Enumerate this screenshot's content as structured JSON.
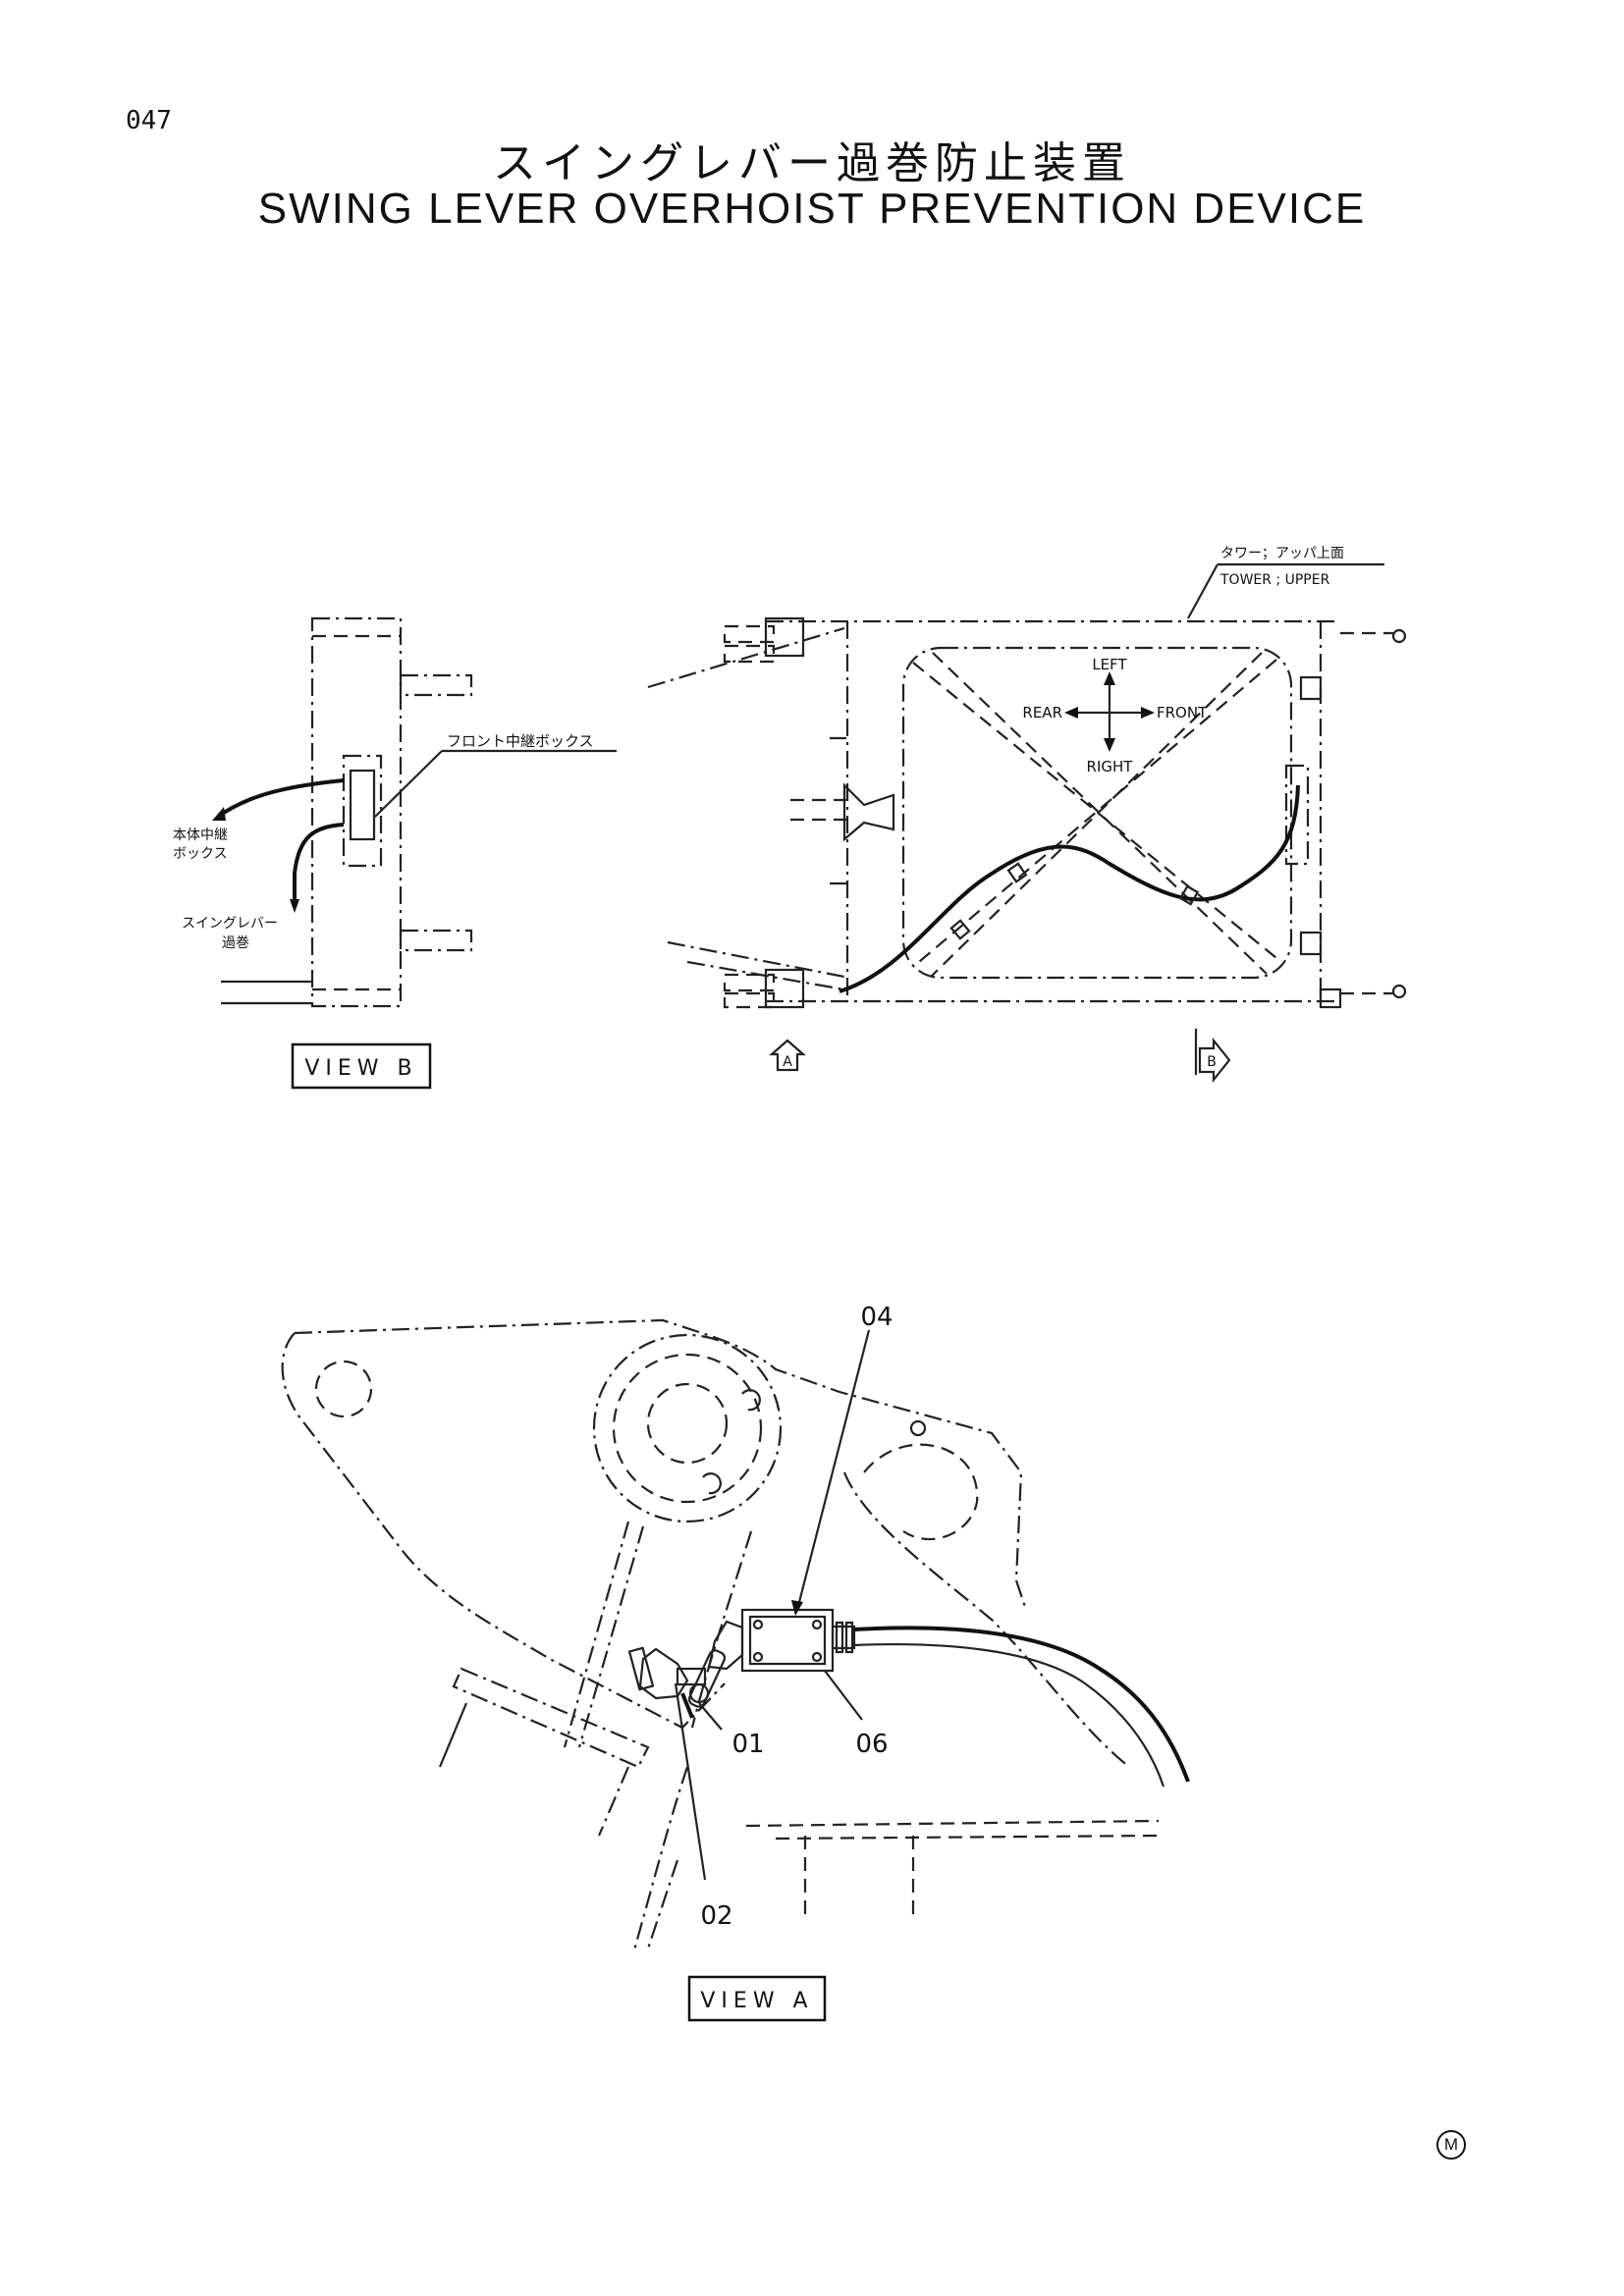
{
  "page_number": "047",
  "title_jp": "スイングレバー過巻防止装置",
  "title_en": "SWING LEVER OVERHOIST PREVENTION DEVICE",
  "view_b": {
    "label": "VIEW B",
    "callout_front_box": "フロント中継ボックス",
    "callout_body_box_line1": "本体中継",
    "callout_body_box_line2": "ボックス",
    "callout_swing_line1": "スイングレバー",
    "callout_swing_line2": "過巻"
  },
  "top_view": {
    "callout_jp": "タワー；アッパ上面",
    "callout_en": "TOWER ; UPPER",
    "dir_left": "LEFT",
    "dir_right": "RIGHT",
    "dir_rear": "REAR",
    "dir_front": "FRONT",
    "view_marker_a": "A",
    "view_marker_b": "B"
  },
  "view_a": {
    "label": "VIEW A",
    "part_01": "01",
    "part_02": "02",
    "part_04": "04",
    "part_06": "06"
  },
  "footer_mark": "M"
}
